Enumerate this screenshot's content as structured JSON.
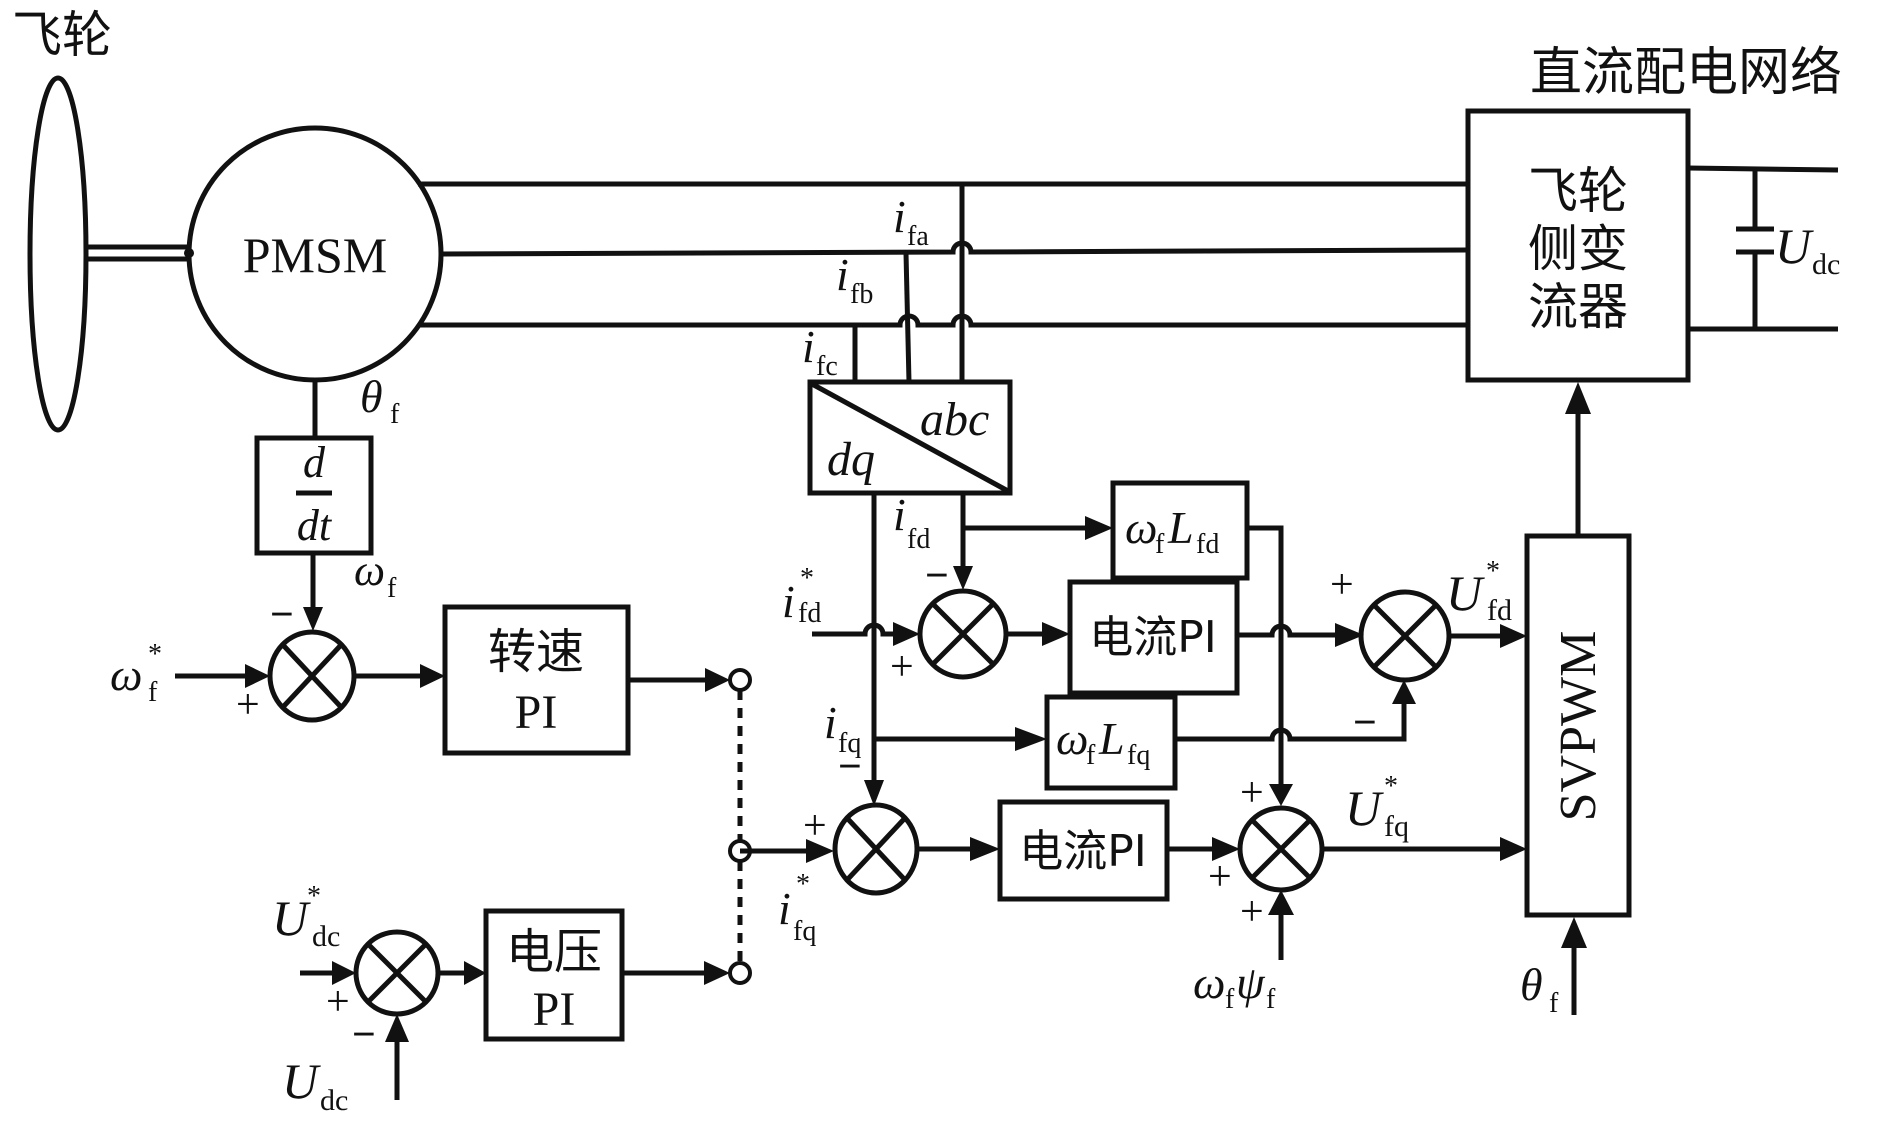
{
  "title": {
    "flywheel": "飞轮",
    "dc_grid": "直流配电网络"
  },
  "blocks": {
    "pmsm": "PMSM",
    "converter": [
      "飞轮",
      "侧变",
      "流器"
    ],
    "dq_abc": {
      "upper": "abc",
      "lower": "dq"
    },
    "ddt": {
      "num": "d",
      "den": "dt"
    },
    "speed_pi": [
      "转速",
      "PI"
    ],
    "voltage_pi": [
      "电压",
      "PI"
    ],
    "current_pi_d": "电流PI",
    "current_pi_q": "电流PI",
    "wLfd": {
      "w": "ω",
      "w_sub": "f",
      "L": "L",
      "L_sub": "fd"
    },
    "wLfq": {
      "w": "ω",
      "w_sub": "f",
      "L": "L",
      "L_sub": "fq"
    },
    "svpwm": "SVPWM"
  },
  "signals": {
    "ifa": {
      "main": "i",
      "sub": "fa"
    },
    "ifb": {
      "main": "i",
      "sub": "fb"
    },
    "ifc": {
      "main": "i",
      "sub": "fc"
    },
    "ifd": {
      "main": "i",
      "sub": "fd"
    },
    "ifq": {
      "main": "i",
      "sub": "fq"
    },
    "ifd_ref": {
      "main": "i",
      "sup": "*",
      "sub": "fd"
    },
    "ifq_ref": {
      "main": "i",
      "sup": "*",
      "sub": "fq"
    },
    "theta_f_motor": {
      "main": "θ",
      "sub": "f"
    },
    "theta_f_svpwm": {
      "main": "θ",
      "sub": "f"
    },
    "omega_f": {
      "main": "ω",
      "sub": "f"
    },
    "omega_f_ref": {
      "main": "ω",
      "sup": "*",
      "sub": "f"
    },
    "udc_cap": {
      "main": "U",
      "sub": "dc"
    },
    "udc_ref": {
      "main": "U",
      "sup": "*",
      "sub": "dc"
    },
    "udc_fb": {
      "main": "U",
      "sub": "dc"
    },
    "ufd_ref": {
      "main": "U",
      "sup": "*",
      "sub": "fd"
    },
    "ufq_ref": {
      "main": "U",
      "sup": "*",
      "sub": "fq"
    },
    "omega_psi": {
      "w": "ω",
      "w_sub": "f",
      "psi": "ψ",
      "psi_sub": "f"
    }
  },
  "signs": {
    "plus": "+",
    "minus": "−"
  }
}
